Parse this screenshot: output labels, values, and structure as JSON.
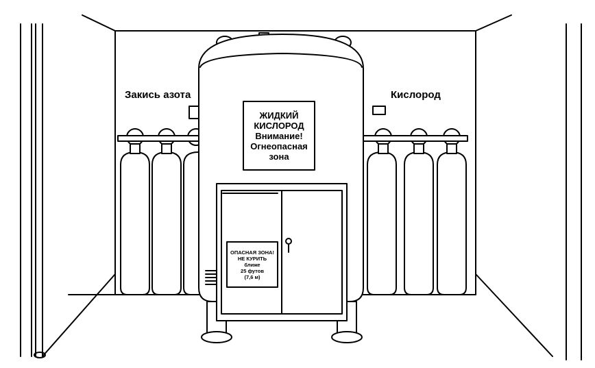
{
  "labels": {
    "left_group": "Закись азота",
    "right_group": "Кислород"
  },
  "main_sign": {
    "line1": "ЖИДКИЙ",
    "line2": "КИСЛОРОД",
    "line3": "Внимание!",
    "line4": "Огнеопасная",
    "line5": "зона"
  },
  "cabinet_sign": {
    "line1": "ОПАСНАЯ ЗОНА!",
    "line2": "НЕ КУРИТЬ",
    "line3": "ближе",
    "line4": "25 футов",
    "line5": "(7,6 м)"
  },
  "colors": {
    "ink": "#000000",
    "paper": "#ffffff"
  }
}
